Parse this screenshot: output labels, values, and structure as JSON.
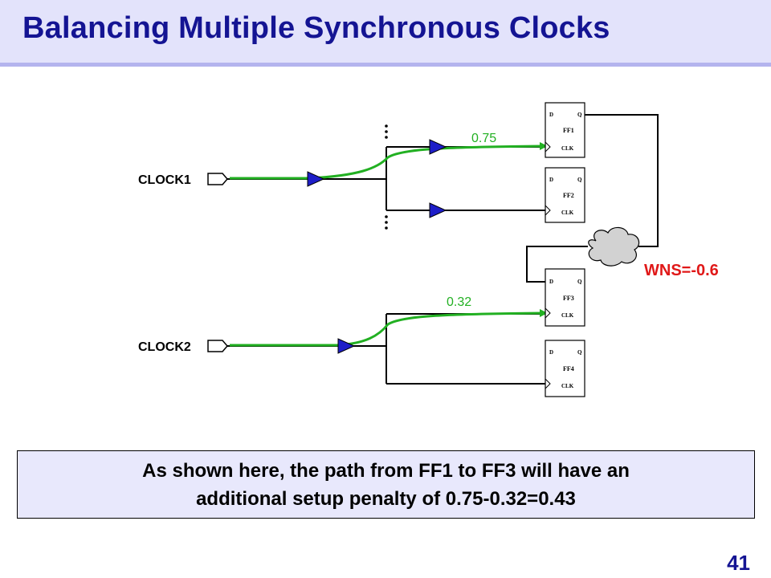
{
  "slide": {
    "title": "Balancing Multiple Synchronous Clocks",
    "page_number": "41",
    "caption": {
      "line1": "As shown here, the path from FF1 to FF3 will have an",
      "line2": "additional setup penalty of 0.75-0.32=0.43"
    }
  },
  "diagram": {
    "clock1_label": "CLOCK1",
    "clock2_label": "CLOCK2",
    "delay_ff1": "0.75",
    "delay_ff3": "0.32",
    "wns": "WNS=-0.6",
    "flipflops": [
      {
        "name": "FF1",
        "d": "D",
        "q": "Q",
        "clk": "CLK"
      },
      {
        "name": "FF2",
        "d": "D",
        "q": "Q",
        "clk": "CLK"
      },
      {
        "name": "FF3",
        "d": "D",
        "q": "Q",
        "clk": "CLK"
      },
      {
        "name": "FF4",
        "d": "D",
        "q": "Q",
        "clk": "CLK"
      }
    ],
    "colors": {
      "wire": "#000000",
      "highlight_path": "#22b022",
      "buffer": "#1e1ec8",
      "wns": "#e01818",
      "cloud": "#d2d2d2"
    }
  }
}
